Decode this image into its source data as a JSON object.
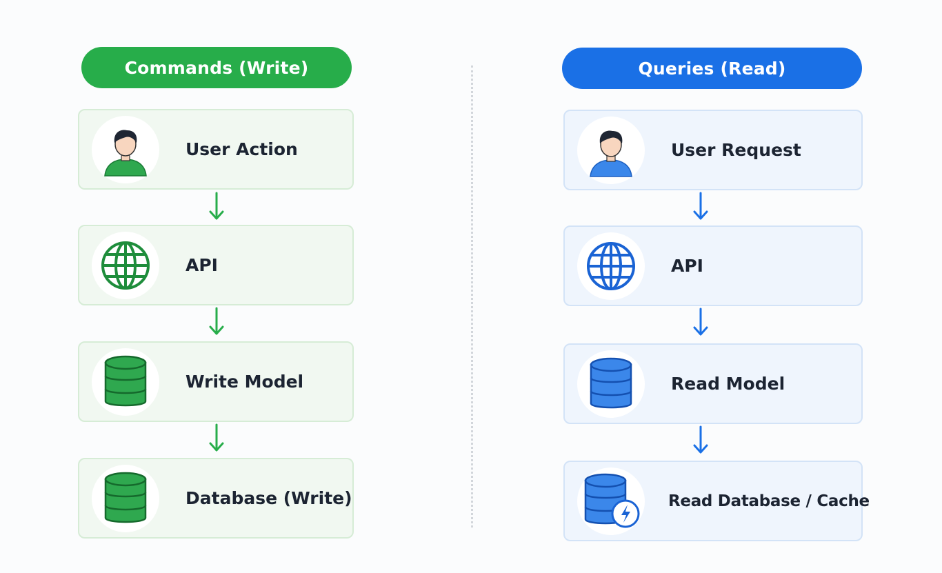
{
  "colors": {
    "write_accent": "#27ad4a",
    "write_dark": "#1a8a35",
    "read_accent": "#1a70e6",
    "read_dark": "#1459c4"
  },
  "write": {
    "header": "Commands (Write)",
    "steps": [
      {
        "label": "User Action",
        "icon": "user-icon"
      },
      {
        "label": "API",
        "icon": "globe-icon"
      },
      {
        "label": "Write Model",
        "icon": "database-icon"
      },
      {
        "label": "Database (Write)",
        "icon": "database-icon"
      }
    ]
  },
  "read": {
    "header": "Queries (Read)",
    "steps": [
      {
        "label": "User Request",
        "icon": "user-icon"
      },
      {
        "label": "API",
        "icon": "globe-icon"
      },
      {
        "label": "Read Model",
        "icon": "database-icon"
      },
      {
        "label": "Read Database / Cache",
        "icon": "database-cache-icon"
      }
    ]
  }
}
